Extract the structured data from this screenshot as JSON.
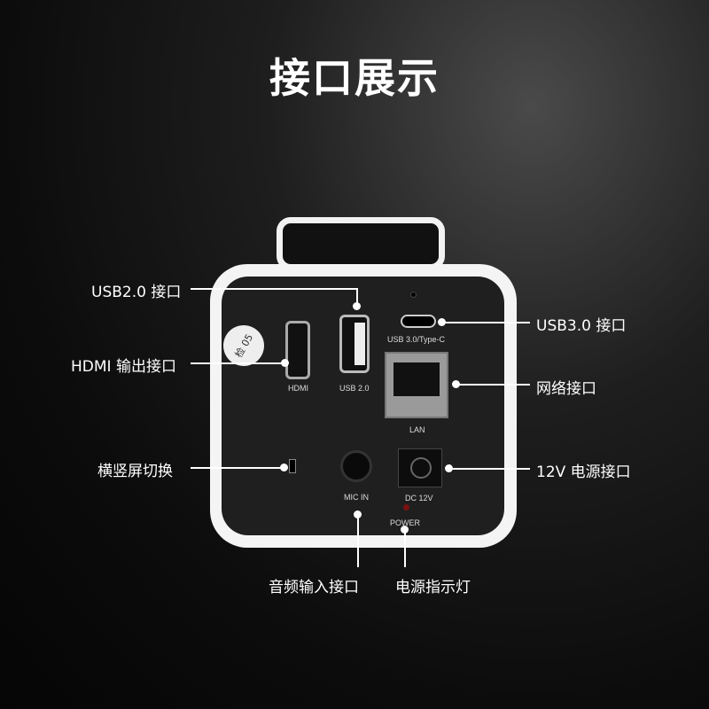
{
  "title": "接口展示",
  "callouts": {
    "usb2": "USB2.0 接口",
    "hdmi": "HDMI 输出接口",
    "orientation": "横竖屏切换",
    "mic": "音频输入接口",
    "power_led": "电源指示灯",
    "usb3": "USB3.0 接口",
    "lan": "网络接口",
    "dc": "12V 电源接口"
  },
  "panel": {
    "hdmi": "HDMI",
    "usb2": "USB 2.0",
    "usb3": "USB 3.0/Type-C",
    "lan": "LAN",
    "mic": "MIC IN",
    "dc": "DC 12V",
    "power": "POWER",
    "sticker": "检 05"
  }
}
